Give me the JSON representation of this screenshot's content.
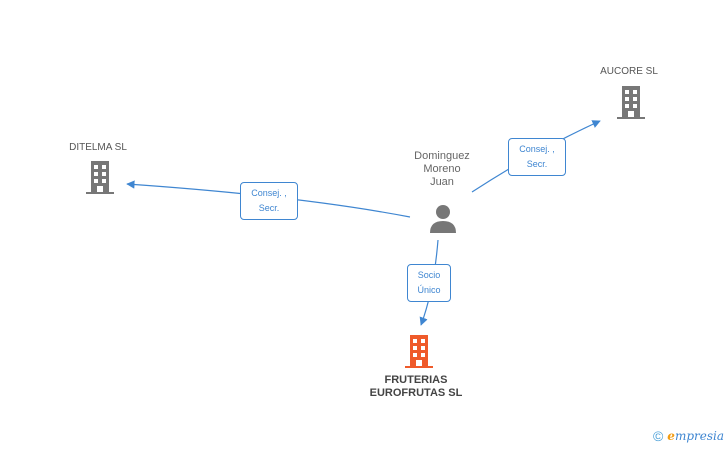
{
  "nodes": {
    "person": {
      "name": "Dominguez\nMoreno\nJuan"
    },
    "ditelma": {
      "name": "DITELMA SL"
    },
    "aucore": {
      "name": "AUCORE SL"
    },
    "fruterias": {
      "name": "FRUTERIAS\nEUROFRUTAS SL"
    }
  },
  "edges": {
    "to_ditelma": {
      "line1": "Consej. ,",
      "line2": "Secr."
    },
    "to_aucore": {
      "line1": "Consej. ,",
      "line2": "Secr."
    },
    "to_fruterias": {
      "line1": "Socio",
      "line2": "Único"
    }
  },
  "colors": {
    "edge": "#3f86d1",
    "company_icon": "#777777",
    "main_company_icon": "#ef5a2a",
    "person_icon": "#777777"
  },
  "watermark": {
    "copyright": "©",
    "brand_initial": "e",
    "brand_rest": "mpresia"
  }
}
